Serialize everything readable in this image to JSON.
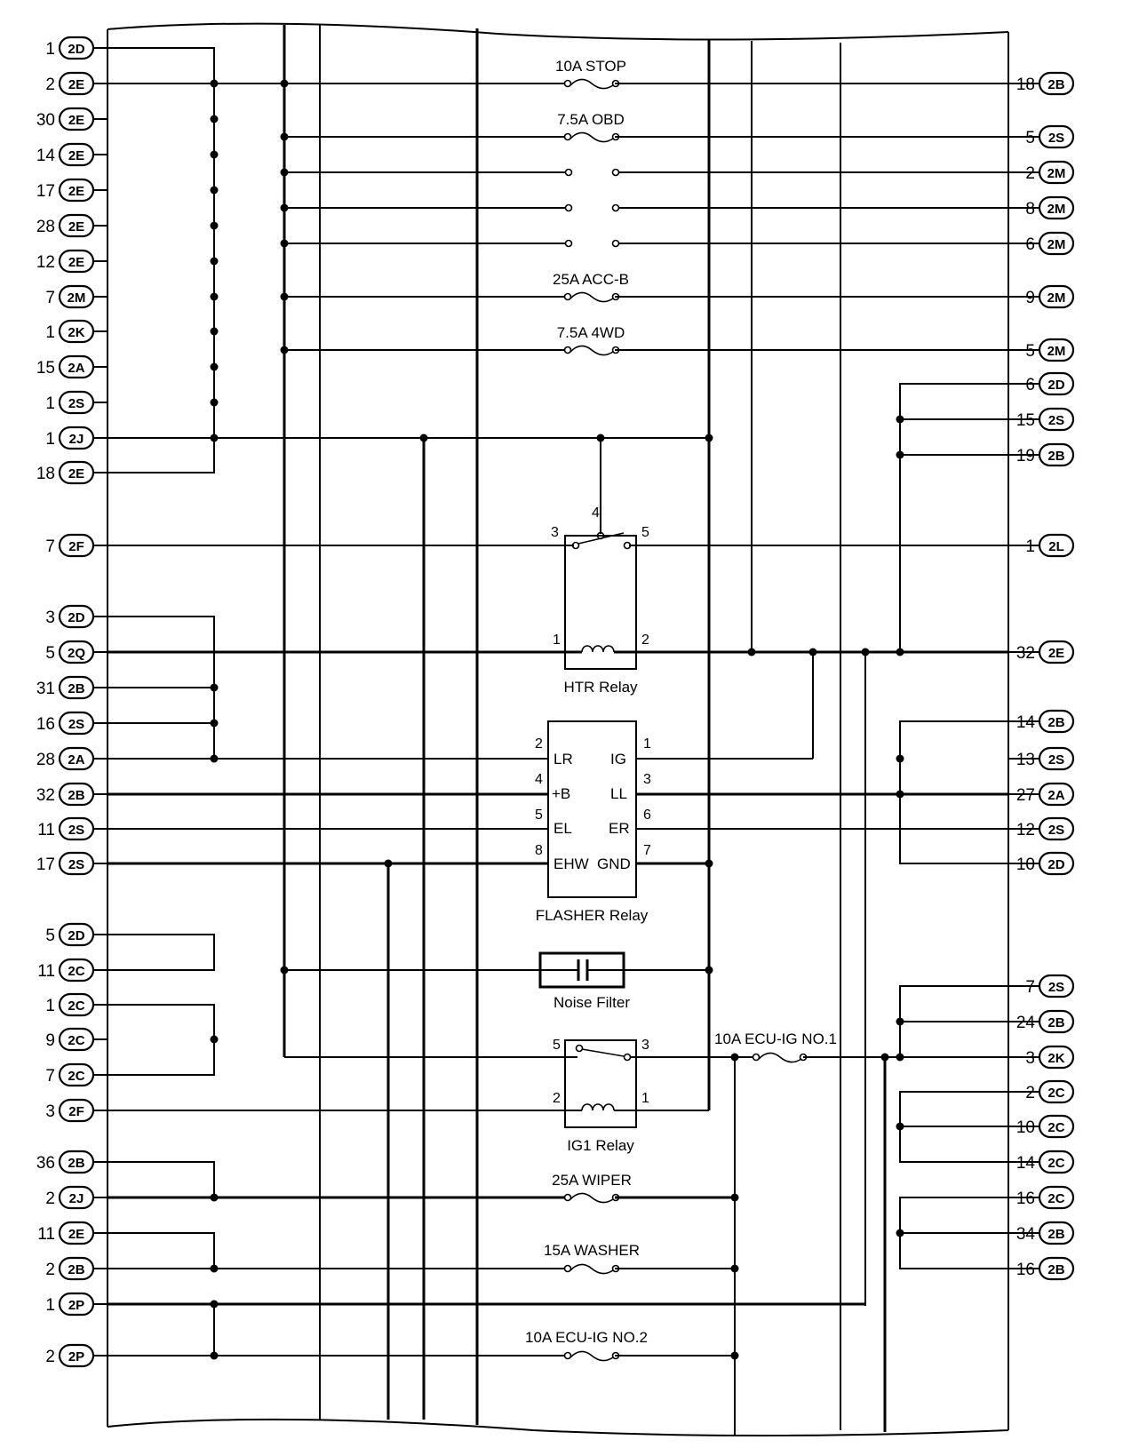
{
  "left_connectors": [
    {
      "pin": "1",
      "conn": "2D"
    },
    {
      "pin": "2",
      "conn": "2E"
    },
    {
      "pin": "30",
      "conn": "2E"
    },
    {
      "pin": "14",
      "conn": "2E"
    },
    {
      "pin": "17",
      "conn": "2E"
    },
    {
      "pin": "28",
      "conn": "2E"
    },
    {
      "pin": "12",
      "conn": "2E"
    },
    {
      "pin": "7",
      "conn": "2M"
    },
    {
      "pin": "1",
      "conn": "2K"
    },
    {
      "pin": "15",
      "conn": "2A"
    },
    {
      "pin": "1",
      "conn": "2S"
    },
    {
      "pin": "1",
      "conn": "2J"
    },
    {
      "pin": "18",
      "conn": "2E"
    },
    {
      "pin": "7",
      "conn": "2F"
    },
    {
      "pin": "3",
      "conn": "2D"
    },
    {
      "pin": "5",
      "conn": "2Q"
    },
    {
      "pin": "31",
      "conn": "2B"
    },
    {
      "pin": "16",
      "conn": "2S"
    },
    {
      "pin": "28",
      "conn": "2A"
    },
    {
      "pin": "32",
      "conn": "2B"
    },
    {
      "pin": "11",
      "conn": "2S"
    },
    {
      "pin": "17",
      "conn": "2S"
    },
    {
      "pin": "5",
      "conn": "2D"
    },
    {
      "pin": "11",
      "conn": "2C"
    },
    {
      "pin": "1",
      "conn": "2C"
    },
    {
      "pin": "9",
      "conn": "2C"
    },
    {
      "pin": "7",
      "conn": "2C"
    },
    {
      "pin": "3",
      "conn": "2F"
    },
    {
      "pin": "36",
      "conn": "2B"
    },
    {
      "pin": "2",
      "conn": "2J"
    },
    {
      "pin": "11",
      "conn": "2E"
    },
    {
      "pin": "2",
      "conn": "2B"
    },
    {
      "pin": "1",
      "conn": "2P"
    },
    {
      "pin": "2",
      "conn": "2P"
    }
  ],
  "right_connectors": [
    {
      "pin": "18",
      "conn": "2B"
    },
    {
      "pin": "5",
      "conn": "2S"
    },
    {
      "pin": "2",
      "conn": "2M"
    },
    {
      "pin": "8",
      "conn": "2M"
    },
    {
      "pin": "6",
      "conn": "2M"
    },
    {
      "pin": "9",
      "conn": "2M"
    },
    {
      "pin": "5",
      "conn": "2M"
    },
    {
      "pin": "6",
      "conn": "2D"
    },
    {
      "pin": "15",
      "conn": "2S"
    },
    {
      "pin": "19",
      "conn": "2B"
    },
    {
      "pin": "1",
      "conn": "2L"
    },
    {
      "pin": "32",
      "conn": "2E"
    },
    {
      "pin": "14",
      "conn": "2B"
    },
    {
      "pin": "13",
      "conn": "2S"
    },
    {
      "pin": "27",
      "conn": "2A"
    },
    {
      "pin": "12",
      "conn": "2S"
    },
    {
      "pin": "10",
      "conn": "2D"
    },
    {
      "pin": "7",
      "conn": "2S"
    },
    {
      "pin": "24",
      "conn": "2B"
    },
    {
      "pin": "3",
      "conn": "2K"
    },
    {
      "pin": "2",
      "conn": "2C"
    },
    {
      "pin": "10",
      "conn": "2C"
    },
    {
      "pin": "14",
      "conn": "2C"
    },
    {
      "pin": "16",
      "conn": "2C"
    },
    {
      "pin": "34",
      "conn": "2B"
    },
    {
      "pin": "16",
      "conn": "2B"
    }
  ],
  "fuses": {
    "stop": "10A STOP",
    "obd": "7.5A OBD",
    "acc_b": "25A ACC-B",
    "fwd": "7.5A 4WD",
    "ecu_ig1": "10A ECU-IG NO.1",
    "wiper": "25A WIPER",
    "washer": "15A WASHER",
    "ecu_ig2": "10A ECU-IG NO.2"
  },
  "htr_relay": {
    "label": "HTR Relay",
    "pins": {
      "p1": "1",
      "p2": "2",
      "p3": "3",
      "p4": "4",
      "p5": "5"
    }
  },
  "flasher_relay": {
    "label": "FLASHER Relay",
    "terminals": {
      "lr": "LR",
      "ig": "IG",
      "b": "+B",
      "ll": "LL",
      "el": "EL",
      "er": "ER",
      "ehw": "EHW",
      "gnd": "GND"
    },
    "pins": {
      "p1": "1",
      "p2": "2",
      "p3": "3",
      "p4": "4",
      "p5": "5",
      "p6": "6",
      "p7": "7",
      "p8": "8"
    }
  },
  "noise_filter": {
    "label": "Noise Filter"
  },
  "ig1_relay": {
    "label": "IG1 Relay",
    "pins": {
      "p1": "1",
      "p2": "2",
      "p3": "3",
      "p5": "5"
    }
  }
}
